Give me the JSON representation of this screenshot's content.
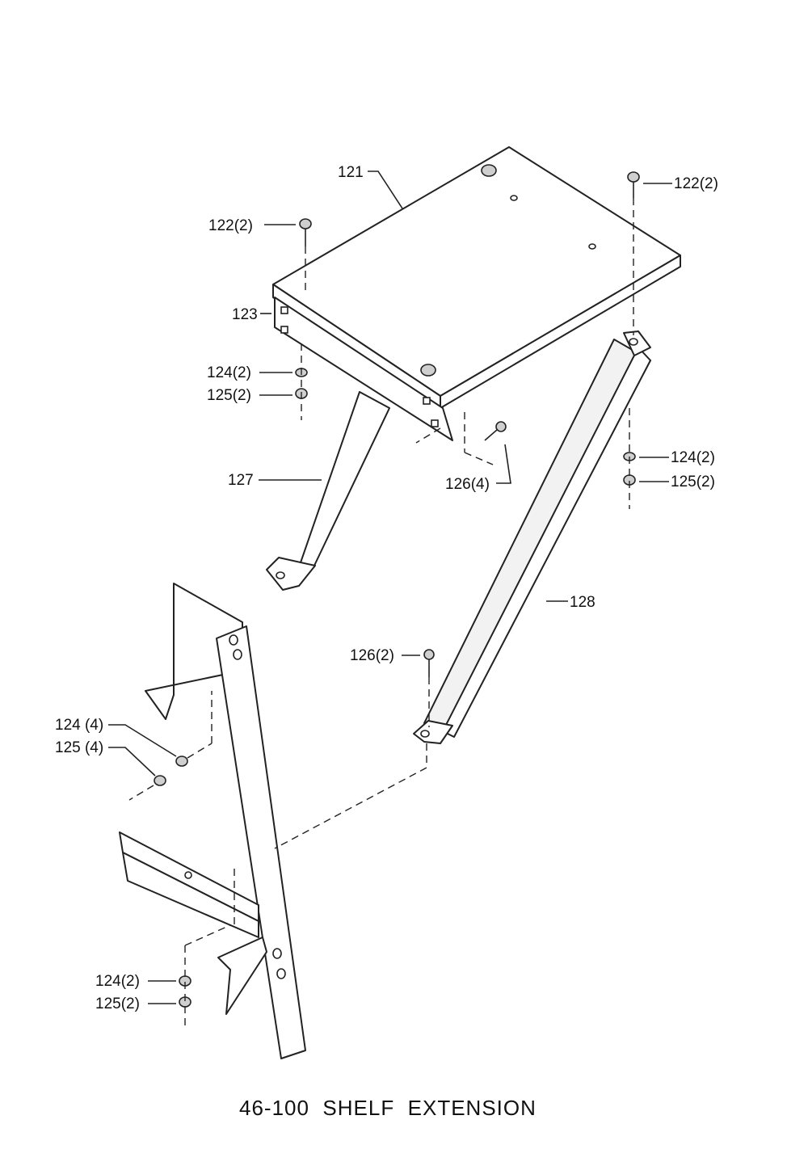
{
  "title": "46-100  SHELF  EXTENSION",
  "callouts": {
    "c121": "121",
    "c122_left": "122(2)",
    "c122_right": "122(2)",
    "c123": "123",
    "c124_upper_left": "124(2)",
    "c125_upper_left": "125(2)",
    "c126_four": "126(4)",
    "c127": "127",
    "c124_right": "124(2)",
    "c125_right": "125(2)",
    "c128": "128",
    "c126_two": "126(2)",
    "c124_four": "124 (4)",
    "c125_four": "125 (4)",
    "c124_bottom": "124(2)",
    "c125_bottom": "125(2)"
  }
}
